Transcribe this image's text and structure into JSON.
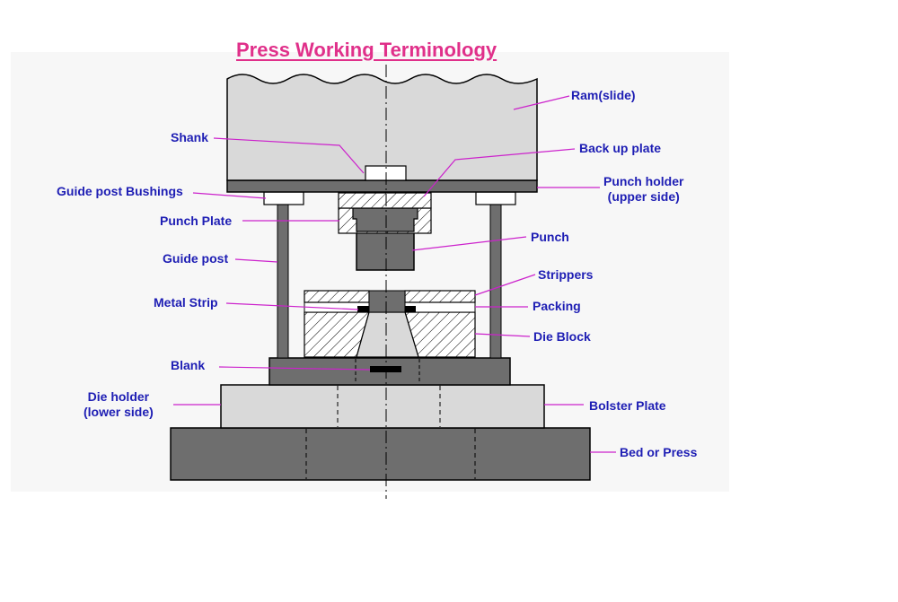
{
  "title": "Press Working Terminology",
  "colors": {
    "title": "#e0308a",
    "label": "#1e1eb4",
    "leader": "#cc22cc",
    "light_gray": "#d9d9d9",
    "dark_gray": "#6e6e6e",
    "outline": "#000000"
  },
  "labels": {
    "ram": "Ram(slide)",
    "shank": "Shank",
    "back_up_plate": "Back up plate",
    "guide_post_bushings": "Guide post Bushings",
    "punch_holder": "Punch holder\n(upper side)",
    "punch_plate": "Punch Plate",
    "punch": "Punch",
    "guide_post": "Guide post",
    "strippers": "Strippers",
    "metal_strip": "Metal Strip",
    "packing": "Packing",
    "die_block": "Die Block",
    "blank": "Blank",
    "die_holder": "Die holder\n(lower side)",
    "bolster_plate": "Bolster Plate",
    "bed_or_press": "Bed or Press"
  }
}
